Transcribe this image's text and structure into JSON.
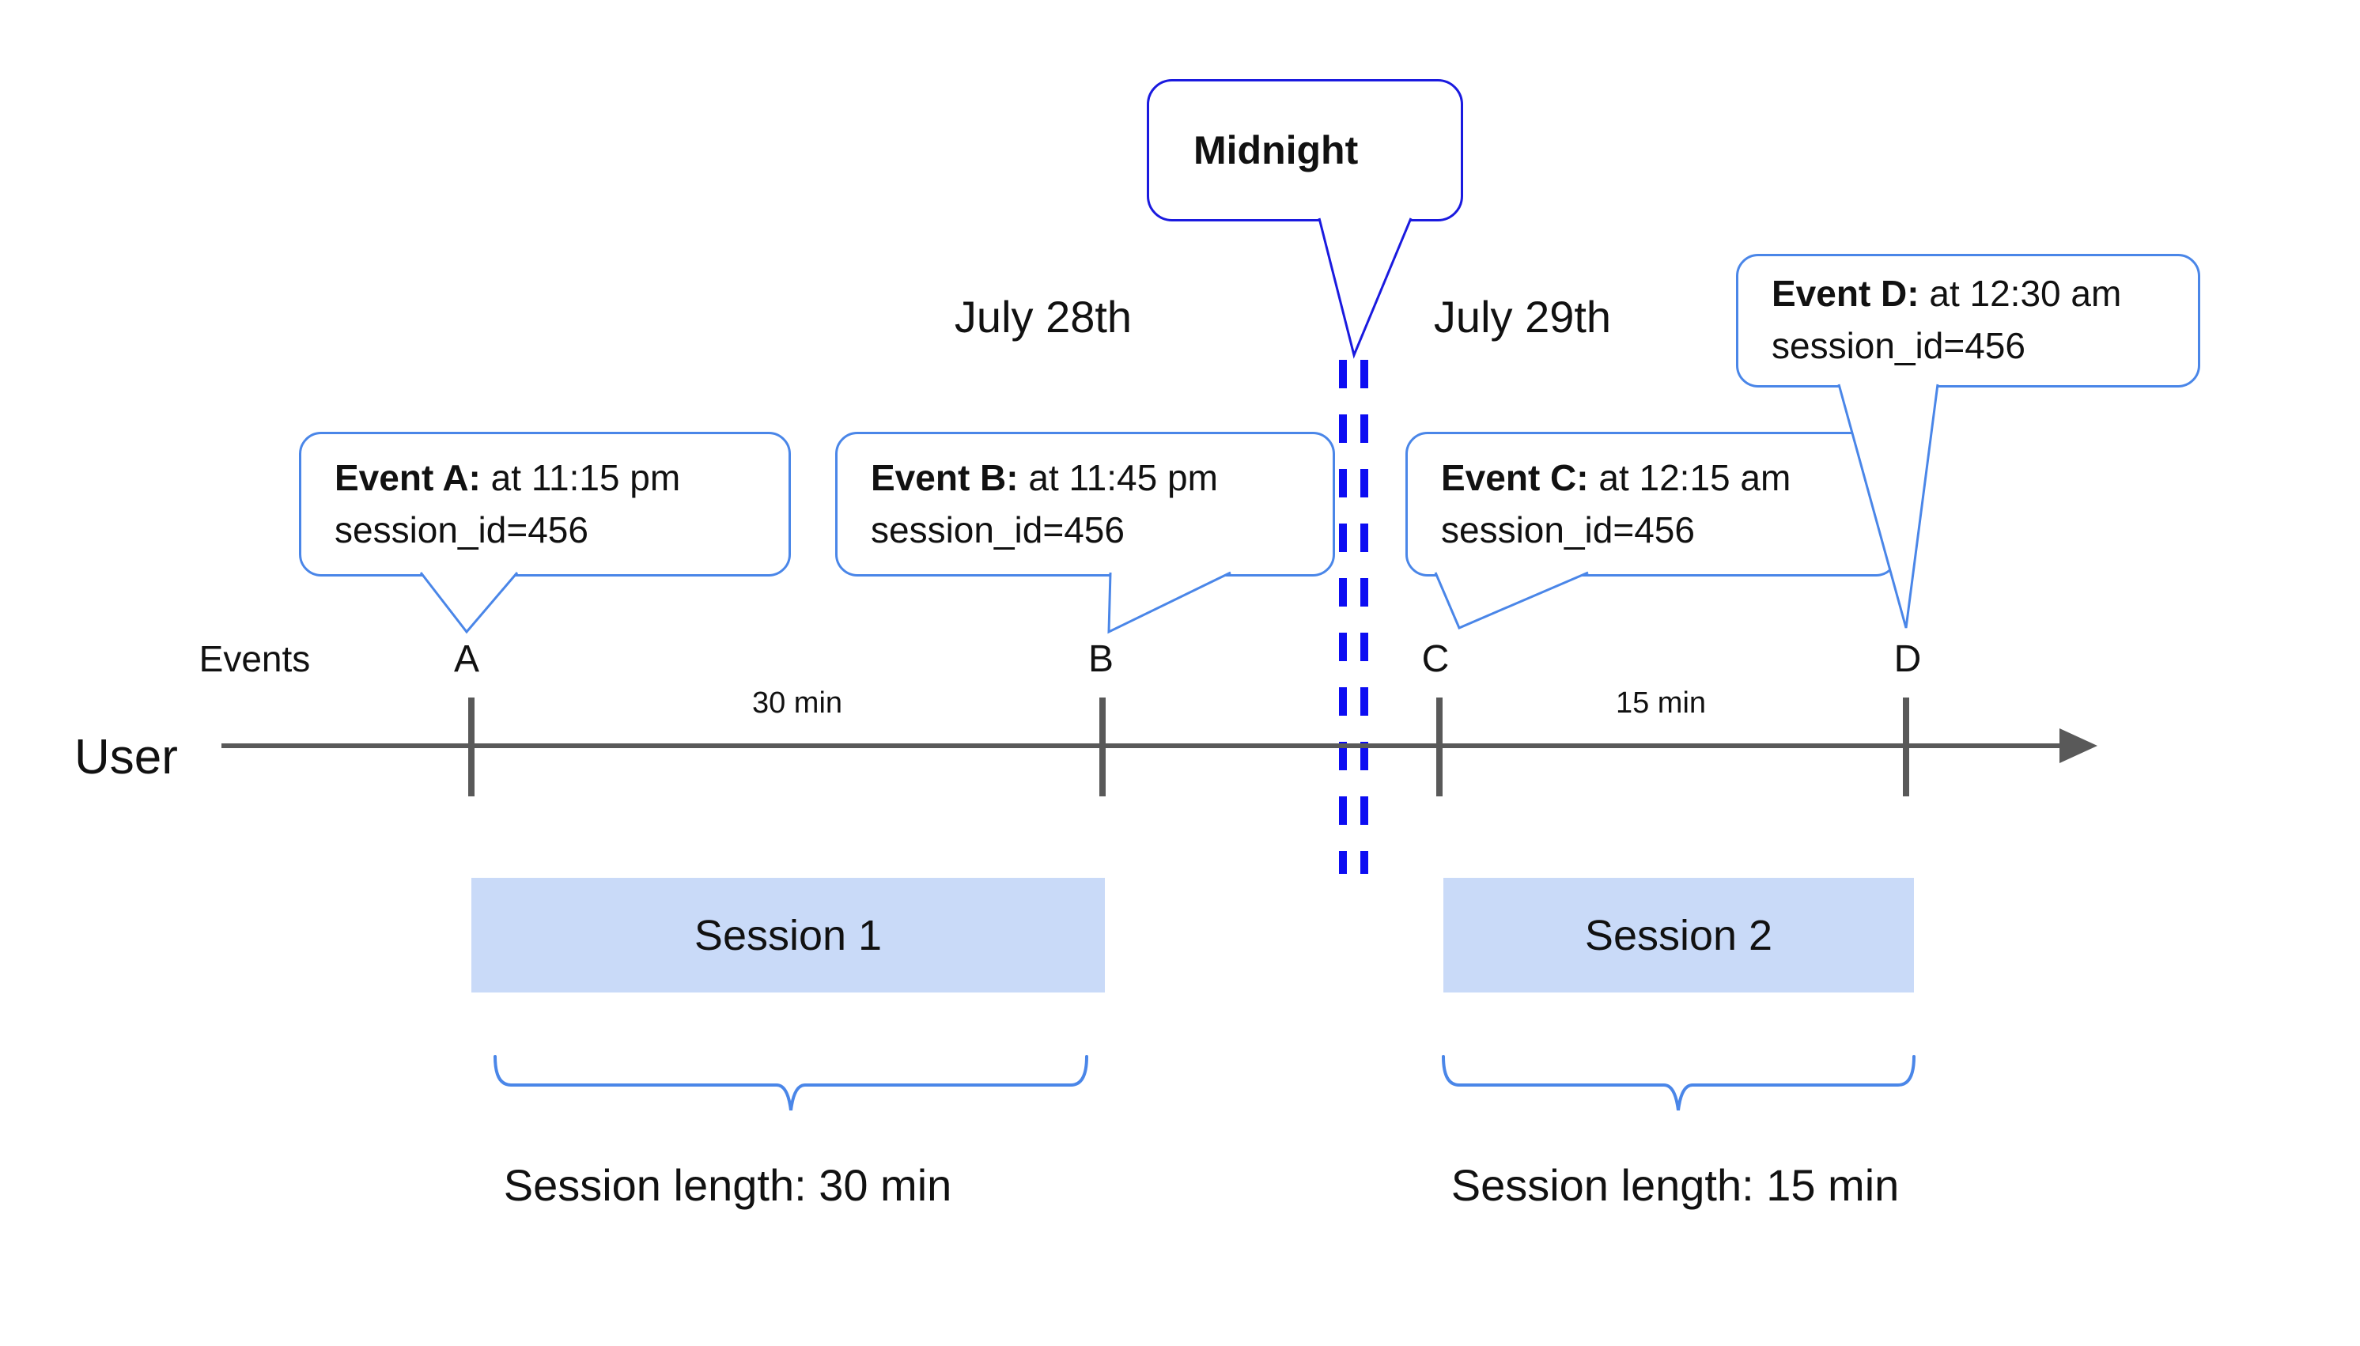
{
  "dates": {
    "july28": "July 28th",
    "july29": "July 29th"
  },
  "midnight": {
    "label": "Midnight"
  },
  "axis": {
    "events_label": "Events",
    "user_label": "User"
  },
  "markers": [
    "A",
    "B",
    "C",
    "D"
  ],
  "intervals": {
    "ab": "30 min",
    "cd": "15 min"
  },
  "callouts": {
    "a": {
      "title": "Event A:",
      "time": " at 11:15 pm",
      "detail": "session_id=456"
    },
    "b": {
      "title": "Event B:",
      "time": " at 11:45 pm",
      "detail": "session_id=456"
    },
    "c": {
      "title": "Event C:",
      "time": " at 12:15 am",
      "detail": "session_id=456"
    },
    "d": {
      "title": "Event D:",
      "time": " at 12:30 am",
      "detail": "session_id=456"
    }
  },
  "sessions": {
    "s1": {
      "label": "Session 1",
      "length": "Session length: 30 min"
    },
    "s2": {
      "label": "Session 2",
      "length": "Session length: 15 min"
    }
  },
  "colors": {
    "callout_border_blue": "#4a86e8",
    "midnight_border_blue": "#1a1adf",
    "dash_blue": "#0d0df2",
    "timeline_gray": "#595959",
    "session_fill_blue": "#c9daf8",
    "brace_blue": "#4a86e8",
    "text_black": "#111111"
  }
}
